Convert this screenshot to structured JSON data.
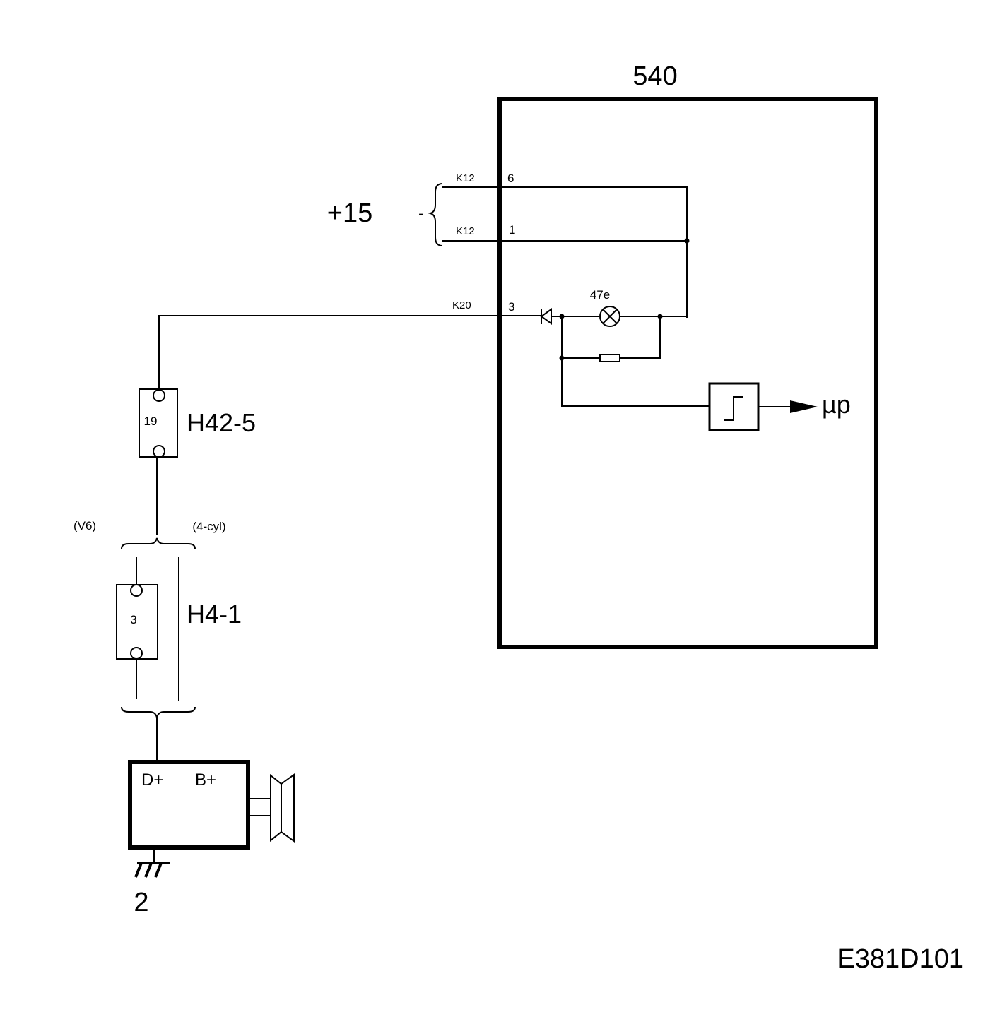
{
  "diagram": {
    "module": {
      "id": "540"
    },
    "supply": {
      "label": "+15",
      "dash": "-",
      "wires": [
        {
          "connector": "K12",
          "pin": "6"
        },
        {
          "connector": "K12",
          "pin": "1"
        }
      ]
    },
    "signal": {
      "connector": "K20",
      "pin": "3"
    },
    "lamp": {
      "label": "47e"
    },
    "output": {
      "label": "µp"
    },
    "connectors": [
      {
        "id": "H42-5",
        "pin": "19"
      },
      {
        "id": "H4-1",
        "pin": "3"
      }
    ],
    "variants": {
      "left": "(V6)",
      "right": "(4-cyl)"
    },
    "alternator": {
      "terminals": [
        "D+",
        "B+"
      ],
      "ground_label": "2"
    },
    "figure_code": "E381D101"
  }
}
